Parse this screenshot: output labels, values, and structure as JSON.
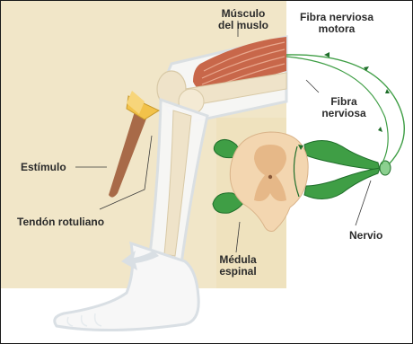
{
  "labels": {
    "muscle_line1": "Músculo",
    "muscle_line2": "del muslo",
    "motor_line1": "Fibra nerviosa",
    "motor_line2": "motora",
    "sensory_line1": "Fibra",
    "sensory_line2": "nerviosa",
    "stimulus": "Estímulo",
    "tendon": "Tendón rotuliano",
    "nerve": "Nervio",
    "spinal_line1": "Médula",
    "spinal_line2": "espinal"
  },
  "colors": {
    "background_panel": "#f1e6c8",
    "muscle": "#c8674a",
    "muscle_striation": "#e9a88e",
    "bone": "#efe3c9",
    "leg_outline": "#d9dfe4",
    "nerve_green": "#3f9e45",
    "nerve_dark": "#1f6e2a",
    "spinal_cord": "#f3d6b0",
    "gray_matter": "#e6b888",
    "hammer_handle": "#a86a48",
    "hammer_head": "#f2c24a",
    "label_text": "#2b2b2b"
  },
  "icons": {
    "reflex_hammer": "reflex-hammer-icon",
    "kick_arrow": "arrow-left-icon"
  }
}
